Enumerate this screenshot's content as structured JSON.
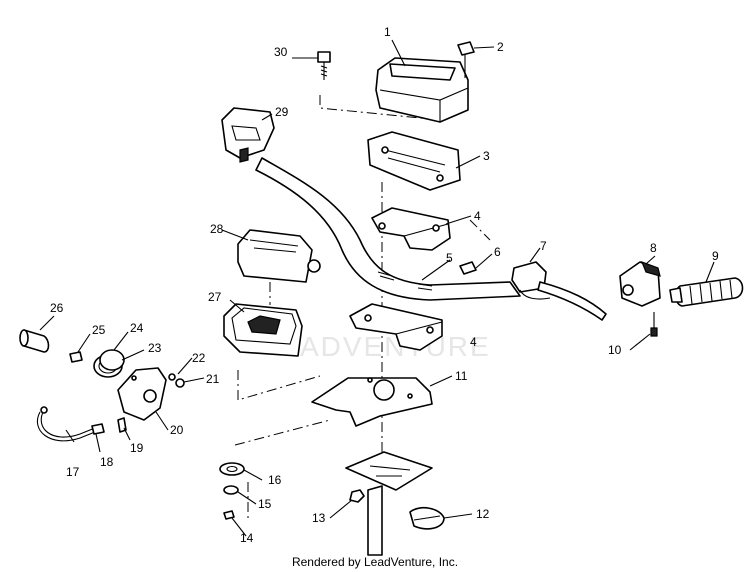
{
  "watermark": "ADVENTURE",
  "footer": "Rendered by LeadVenture, Inc.",
  "callouts": [
    "1",
    "2",
    "3",
    "4",
    "4",
    "5",
    "6",
    "7",
    "8",
    "9",
    "10",
    "11",
    "12",
    "13",
    "14",
    "15",
    "16",
    "17",
    "18",
    "19",
    "20",
    "21",
    "22",
    "23",
    "24",
    "25",
    "26",
    "27",
    "28",
    "29",
    "30"
  ]
}
